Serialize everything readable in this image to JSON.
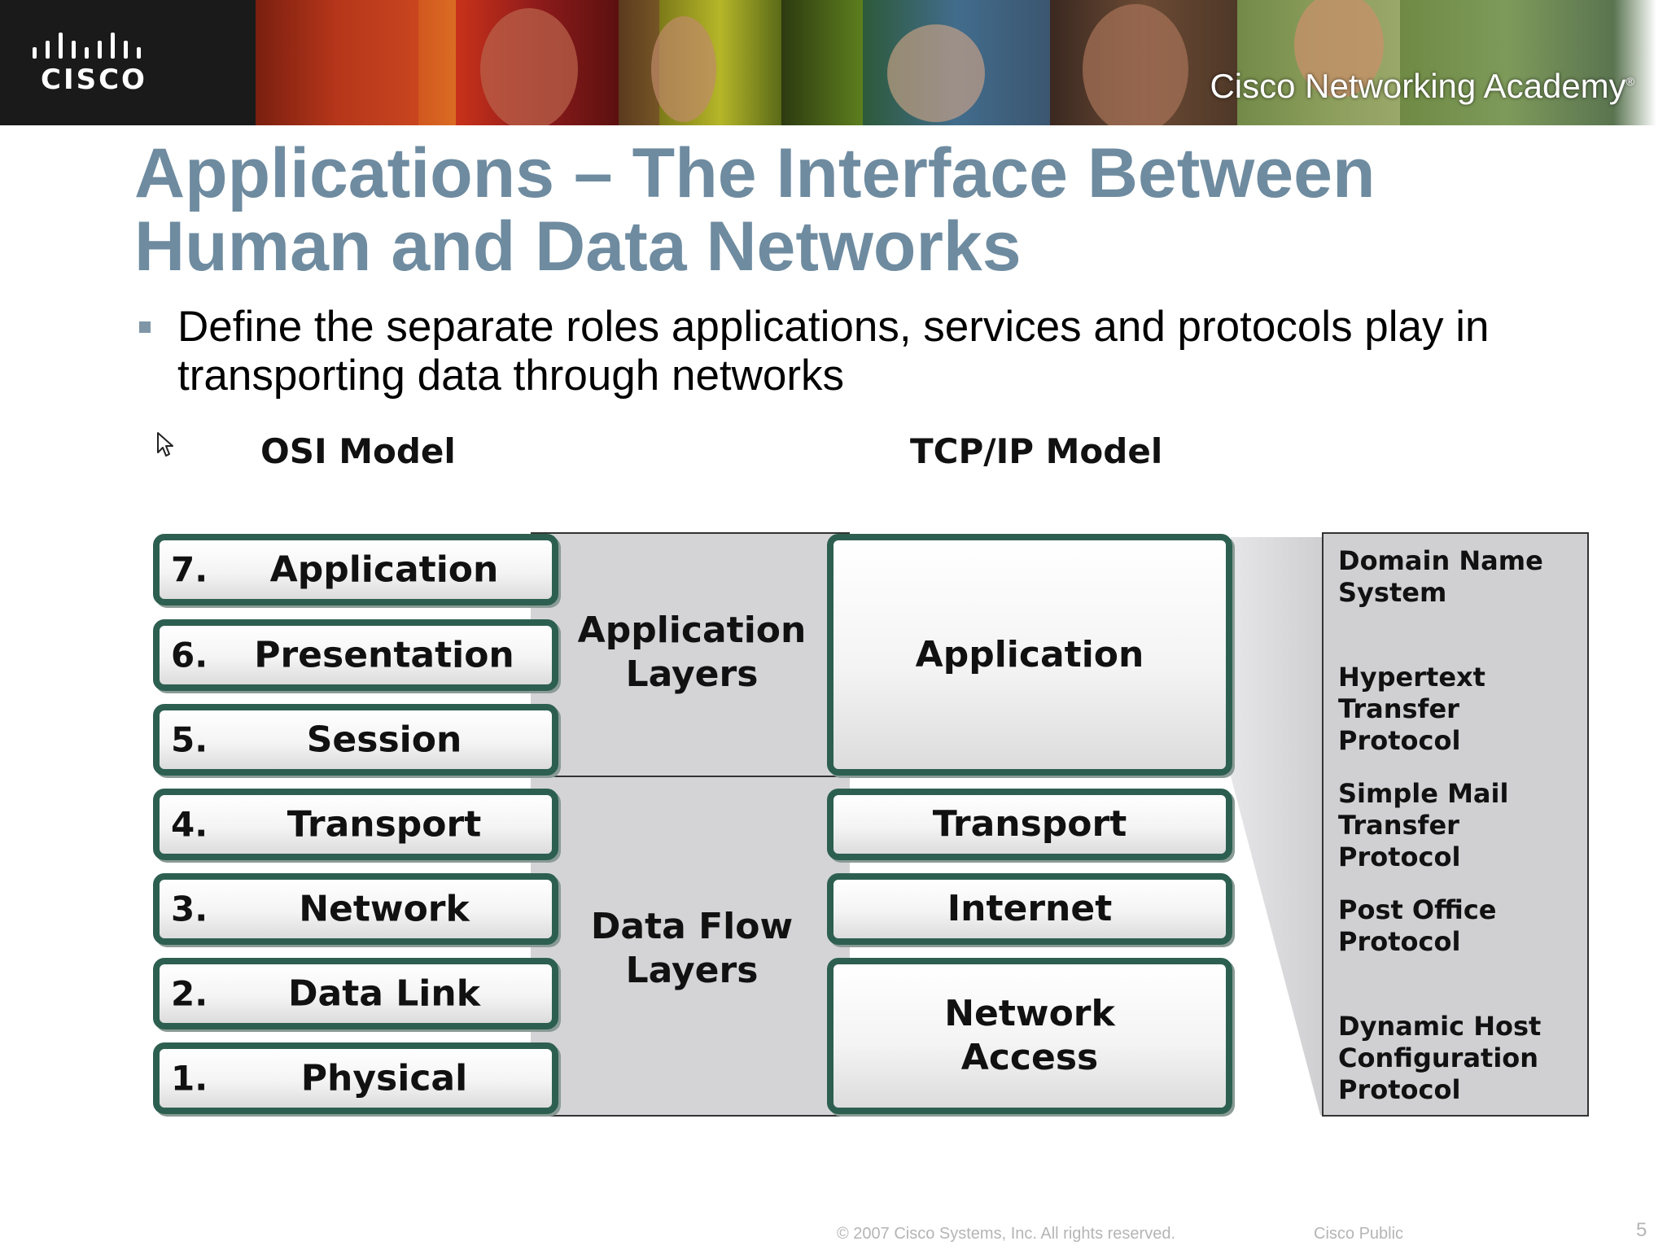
{
  "banner": {
    "logo_text": "CISCO",
    "caption": "Cisco Networking Academy",
    "trademark": "®"
  },
  "slide": {
    "title_line1": "Applications – The Interface Between",
    "title_line2": "Human and Data Networks",
    "bullet": "Define the separate roles applications, services and protocols play in transporting data through networks"
  },
  "diagram": {
    "osi_heading": "OSI Model",
    "tcpip_heading": "TCP/IP Model",
    "osi_layers": [
      {
        "num": "7.",
        "name": "Application"
      },
      {
        "num": "6.",
        "name": "Presentation"
      },
      {
        "num": "5.",
        "name": "Session"
      },
      {
        "num": "4.",
        "name": "Transport"
      },
      {
        "num": "3.",
        "name": "Network"
      },
      {
        "num": "2.",
        "name": "Data Link"
      },
      {
        "num": "1.",
        "name": "Physical"
      }
    ],
    "groups": {
      "application_layers": "Application Layers",
      "application_line1": "Application",
      "application_line2": "Layers",
      "data_flow_line1": "Data Flow",
      "data_flow_line2": "Layers"
    },
    "tcpip_layers": [
      {
        "line1": "Application",
        "line2": ""
      },
      {
        "line1": "Transport",
        "line2": ""
      },
      {
        "line1": "Internet",
        "line2": ""
      },
      {
        "line1": "Network",
        "line2": "Access"
      }
    ],
    "protocols": [
      {
        "line1": "Domain Name",
        "line2": "System",
        "line3": ""
      },
      {
        "line1": "Hypertext",
        "line2": "Transfer Protocol",
        "line3": ""
      },
      {
        "line1": "Simple Mail",
        "line2": "Transfer Protocol",
        "line3": ""
      },
      {
        "line1": "Post Office",
        "line2": "Protocol",
        "line3": ""
      },
      {
        "line1": "Dynamic Host",
        "line2": "Configuration",
        "line3": "Protocol"
      }
    ]
  },
  "footer": {
    "copyright": "© 2007 Cisco Systems, Inc. All rights reserved.",
    "classification": "Cisco Public",
    "page_number": "5"
  },
  "colors": {
    "title": "#6e8ba0",
    "box_border": "#2d5f50",
    "panel_grey": "#d4d4d6"
  }
}
